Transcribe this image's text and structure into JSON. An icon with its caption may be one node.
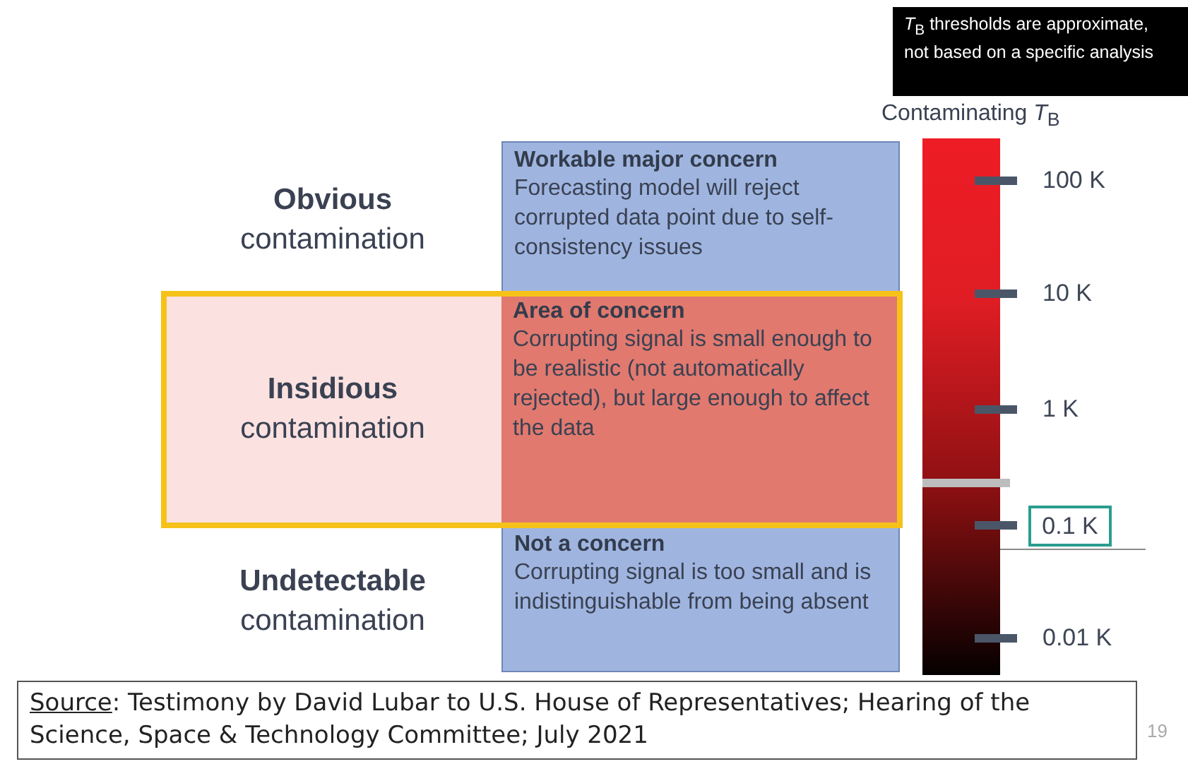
{
  "diagram": {
    "nodes": [
      {
        "text": [
          "Workable major concern",
          "Forecasting model will reject corrupted data point due to self-consistency issues"
        ]
      },
      {
        "text": [
          "Insidious",
          "contamination"
        ]
      },
      {
        "text": [
          "Area of concern",
          "Corrupting signal is small enough to be realistic (not automatically rejected), but large enough to affect the data"
        ]
      },
      {
        "text": [
          "Not a concern",
          "Corrupting signal is too small and is indistinguishable from being absent"
        ]
      },
      {
        "text": [
          "*T*$_{B}$ thresholds are approximate, not based on a specific analysis"
        ]
      },
      {
        "text": [
          "0.1 K"
        ]
      },
      {
        "text": [
          "Source: Testimony by David Lubar to U.S. House of Representatives; Hearing of the Science, Space & Technology Committee; July 2021"
        ]
      }
    ],
    "edges": [],
    "labels": [
      "**Obvious** contamination",
      "**Undetectable** contamination",
      "Contaminating *T*$_{B}$",
      "100 K",
      "10 K",
      "1 K",
      "0.01 K",
      "19"
    ]
  }
}
